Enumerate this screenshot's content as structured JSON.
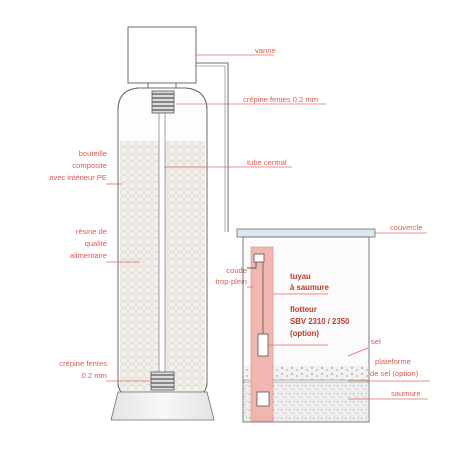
{
  "labels": {
    "vanne": "vanne",
    "crepine_haute": "crépine fentes 0.2 mm",
    "bouteille_l1": "bouteille",
    "bouteille_l2": "composite",
    "bouteille_l3": "avec intérieur PE",
    "tube_central": "tube central",
    "resine_l1": "résine de",
    "resine_l2": "qualité",
    "resine_l3": "alimentaire",
    "couvercle": "couvercle",
    "coude_l1": "coude",
    "coude_l2": "trop-plein",
    "tuyau_l1": "tuyau",
    "tuyau_l2": "à saumure",
    "flotteur_l1": "flotteur",
    "flotteur_l2": "SBV 2310 / 2350",
    "flotteur_l3": "(option)",
    "sel": "sel",
    "plateforme_l1": "plateforme",
    "plateforme_l2": "de sel (option)",
    "saumure": "saumure",
    "crepine_basse_l1": "crépine fentes",
    "crepine_basse_l2": "0.2 mm"
  },
  "colors": {
    "label": "#e05a52",
    "leader": "#e36b62",
    "outline": "#6e6e6e",
    "highlight": "#f2b6b1"
  }
}
